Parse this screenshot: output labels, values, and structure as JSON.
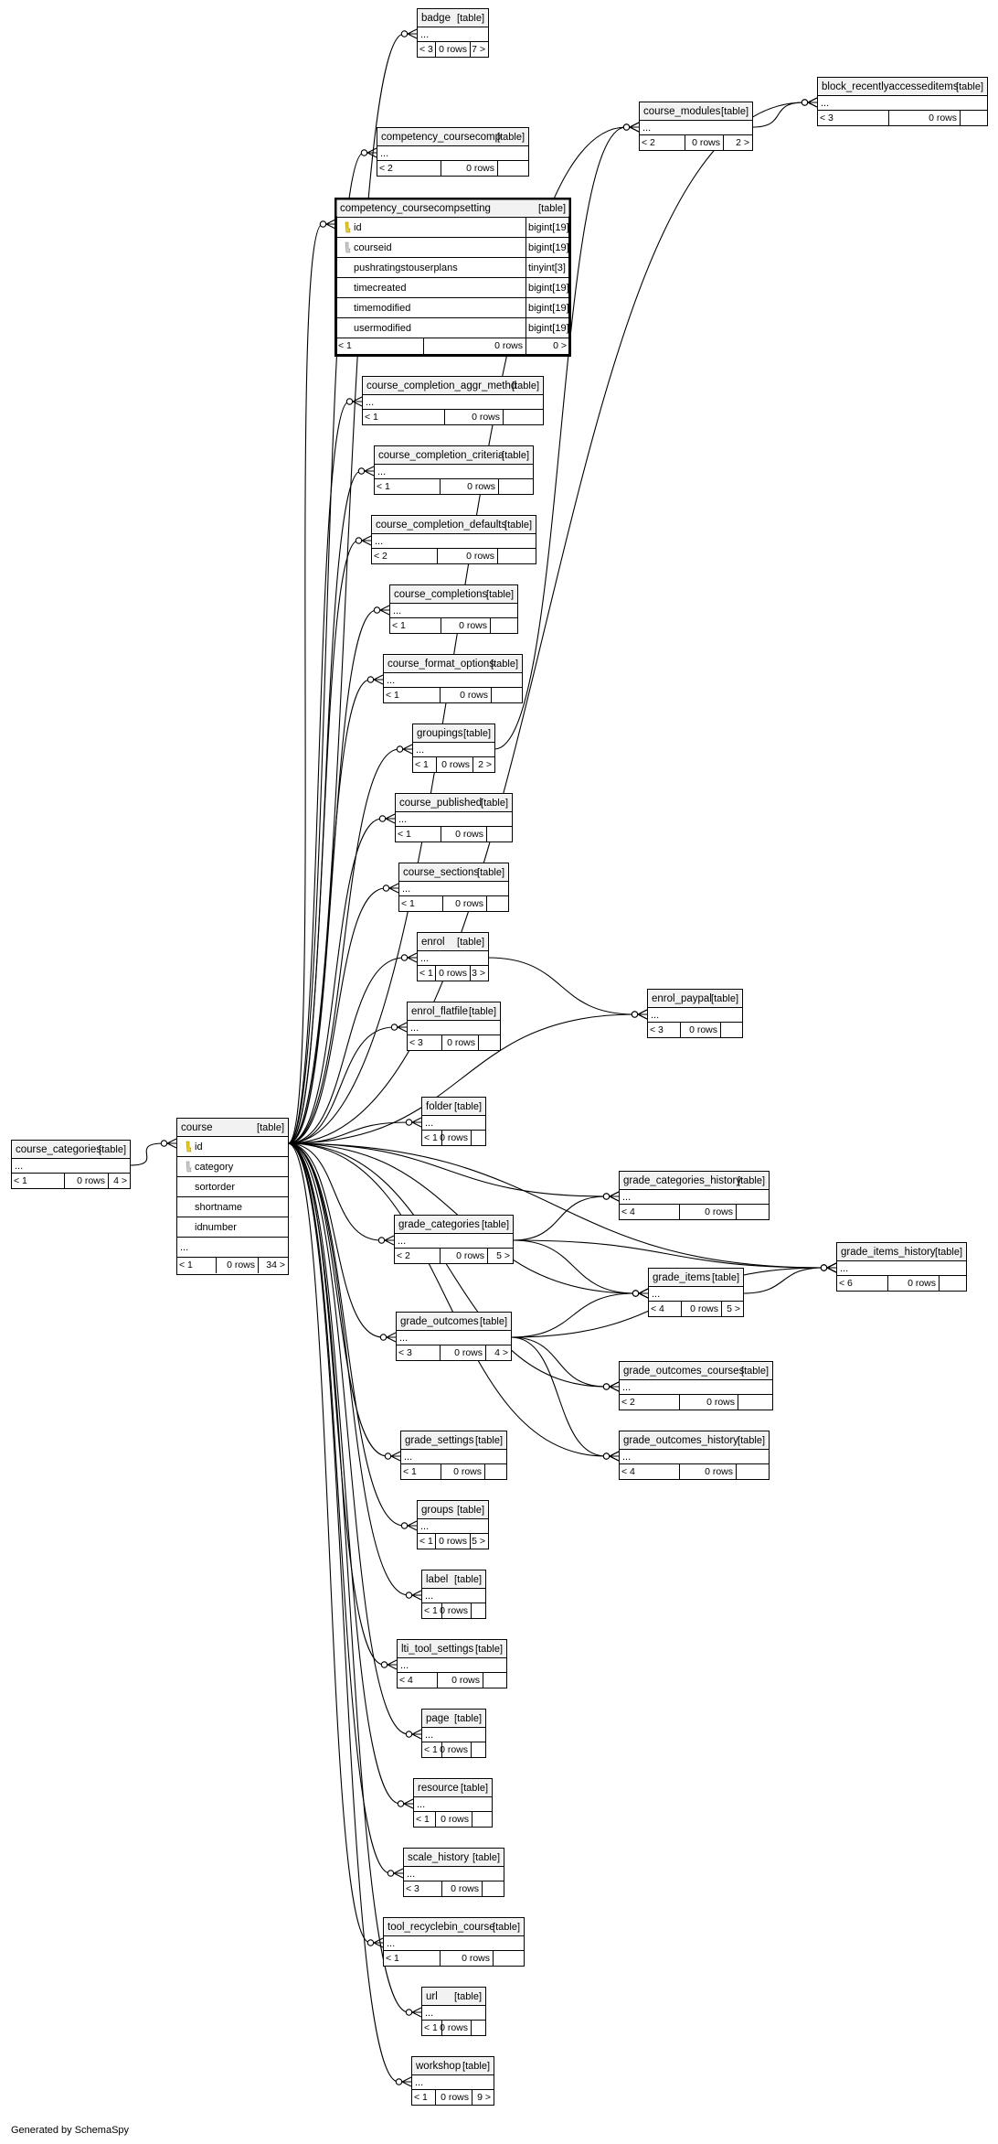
{
  "footer": "Generated by SchemaSpy",
  "tables": [
    {
      "name": "badge",
      "kind": "[table]",
      "row": "...",
      "foot": [
        "< 3",
        "0 rows",
        "7 >"
      ]
    },
    {
      "name": "block_recentlyaccesseditems",
      "kind": "[table]",
      "row": "...",
      "foot": [
        "< 3",
        "0 rows",
        ""
      ]
    },
    {
      "name": "course_modules",
      "kind": "[table]",
      "row": "...",
      "foot": [
        "< 2",
        "0 rows",
        "2 >"
      ]
    },
    {
      "name": "competency_coursecomp",
      "kind": "[table]",
      "row": "...",
      "foot": [
        "< 2",
        "0 rows",
        ""
      ]
    },
    {
      "name": "competency_coursecompsetting",
      "kind": "[table]",
      "focus": true,
      "columns": [
        {
          "name": "id",
          "type": "bigint[19]",
          "key": "pk"
        },
        {
          "name": "courseid",
          "type": "bigint[19]",
          "key": "fk"
        },
        {
          "name": "pushratingstouserplans",
          "type": "tinyint[3]",
          "key": ""
        },
        {
          "name": "timecreated",
          "type": "bigint[19]",
          "key": ""
        },
        {
          "name": "timemodified",
          "type": "bigint[19]",
          "key": ""
        },
        {
          "name": "usermodified",
          "type": "bigint[19]",
          "key": ""
        }
      ],
      "foot": [
        "< 1",
        "0 rows",
        "0 >"
      ]
    },
    {
      "name": "course_completion_aggr_methd",
      "kind": "[table]",
      "row": "...",
      "foot": [
        "< 1",
        "0 rows",
        ""
      ]
    },
    {
      "name": "course_completion_criteria",
      "kind": "[table]",
      "row": "...",
      "foot": [
        "< 1",
        "0 rows",
        ""
      ]
    },
    {
      "name": "course_completion_defaults",
      "kind": "[table]",
      "row": "...",
      "foot": [
        "< 2",
        "0 rows",
        ""
      ]
    },
    {
      "name": "course_completions",
      "kind": "[table]",
      "row": "...",
      "foot": [
        "< 1",
        "0 rows",
        ""
      ]
    },
    {
      "name": "course_format_options",
      "kind": "[table]",
      "row": "...",
      "foot": [
        "< 1",
        "0 rows",
        ""
      ]
    },
    {
      "name": "groupings",
      "kind": "[table]",
      "row": "...",
      "foot": [
        "< 1",
        "0 rows",
        "2 >"
      ]
    },
    {
      "name": "course_published",
      "kind": "[table]",
      "row": "...",
      "foot": [
        "< 1",
        "0 rows",
        ""
      ]
    },
    {
      "name": "course_sections",
      "kind": "[table]",
      "row": "...",
      "foot": [
        "< 1",
        "0 rows",
        ""
      ]
    },
    {
      "name": "enrol",
      "kind": "[table]",
      "row": "...",
      "foot": [
        "< 1",
        "0 rows",
        "3 >"
      ]
    },
    {
      "name": "enrol_paypal",
      "kind": "[table]",
      "row": "...",
      "foot": [
        "< 3",
        "0 rows",
        ""
      ]
    },
    {
      "name": "enrol_flatfile",
      "kind": "[table]",
      "row": "...",
      "foot": [
        "< 3",
        "0 rows",
        ""
      ]
    },
    {
      "name": "course_categories",
      "kind": "[table]",
      "row": "...",
      "foot": [
        "< 1",
        "0 rows",
        "4 >"
      ]
    },
    {
      "name": "course",
      "kind": "[table]",
      "columns": [
        {
          "name": "id",
          "type": "",
          "key": "pk"
        },
        {
          "name": "category",
          "type": "",
          "key": "fk"
        },
        {
          "name": "sortorder",
          "type": "",
          "key": ""
        },
        {
          "name": "shortname",
          "type": "",
          "key": ""
        },
        {
          "name": "idnumber",
          "type": "",
          "key": ""
        },
        {
          "name": "...",
          "type": "",
          "key": ""
        }
      ],
      "foot": [
        "< 1",
        "0 rows",
        "34 >"
      ]
    },
    {
      "name": "folder",
      "kind": "[table]",
      "row": "...",
      "foot": [
        "< 1",
        "0 rows",
        ""
      ]
    },
    {
      "name": "grade_categories_history",
      "kind": "[table]",
      "row": "...",
      "foot": [
        "< 4",
        "0 rows",
        ""
      ]
    },
    {
      "name": "grade_categories",
      "kind": "[table]",
      "row": "...",
      "foot": [
        "< 2",
        "0 rows",
        "5 >"
      ]
    },
    {
      "name": "grade_items_history",
      "kind": "[table]",
      "row": "...",
      "foot": [
        "< 6",
        "0 rows",
        ""
      ]
    },
    {
      "name": "grade_items",
      "kind": "[table]",
      "row": "...",
      "foot": [
        "< 4",
        "0 rows",
        "5 >"
      ]
    },
    {
      "name": "grade_outcomes",
      "kind": "[table]",
      "row": "...",
      "foot": [
        "< 3",
        "0 rows",
        "4 >"
      ]
    },
    {
      "name": "grade_outcomes_courses",
      "kind": "[table]",
      "row": "...",
      "foot": [
        "< 2",
        "0 rows",
        ""
      ]
    },
    {
      "name": "grade_outcomes_history",
      "kind": "[table]",
      "row": "...",
      "foot": [
        "< 4",
        "0 rows",
        ""
      ]
    },
    {
      "name": "grade_settings",
      "kind": "[table]",
      "row": "...",
      "foot": [
        "< 1",
        "0 rows",
        ""
      ]
    },
    {
      "name": "groups",
      "kind": "[table]",
      "row": "...",
      "foot": [
        "< 1",
        "0 rows",
        "5 >"
      ]
    },
    {
      "name": "label",
      "kind": "[table]",
      "row": "...",
      "foot": [
        "< 1",
        "0 rows",
        ""
      ]
    },
    {
      "name": "lti_tool_settings",
      "kind": "[table]",
      "row": "...",
      "foot": [
        "< 4",
        "0 rows",
        ""
      ]
    },
    {
      "name": "page",
      "kind": "[table]",
      "row": "...",
      "foot": [
        "< 1",
        "0 rows",
        ""
      ]
    },
    {
      "name": "resource",
      "kind": "[table]",
      "row": "...",
      "foot": [
        "< 1",
        "0 rows",
        ""
      ]
    },
    {
      "name": "scale_history",
      "kind": "[table]",
      "row": "...",
      "foot": [
        "< 3",
        "0 rows",
        ""
      ]
    },
    {
      "name": "tool_recyclebin_course",
      "kind": "[table]",
      "row": "...",
      "foot": [
        "< 1",
        "0 rows",
        ""
      ]
    },
    {
      "name": "url",
      "kind": "[table]",
      "row": "...",
      "foot": [
        "< 1",
        "0 rows",
        ""
      ]
    },
    {
      "name": "workshop",
      "kind": "[table]",
      "row": "...",
      "foot": [
        "< 1",
        "0 rows",
        "9 >"
      ]
    }
  ],
  "relationships": [
    {
      "from": "course",
      "to": "badge"
    },
    {
      "from": "course",
      "to": "block_recentlyaccesseditems"
    },
    {
      "from": "course",
      "to": "course_modules"
    },
    {
      "from": "course_modules",
      "to": "block_recentlyaccesseditems"
    },
    {
      "from": "course",
      "to": "competency_coursecomp"
    },
    {
      "from": "course",
      "to": "competency_coursecompsetting"
    },
    {
      "from": "course",
      "to": "course_completion_aggr_methd"
    },
    {
      "from": "course",
      "to": "course_completion_criteria"
    },
    {
      "from": "course",
      "to": "course_completion_defaults"
    },
    {
      "from": "course",
      "to": "course_completions"
    },
    {
      "from": "course",
      "to": "course_format_options"
    },
    {
      "from": "course",
      "to": "groupings"
    },
    {
      "from": "groupings",
      "to": "course_modules"
    },
    {
      "from": "course",
      "to": "course_published"
    },
    {
      "from": "course",
      "to": "course_sections"
    },
    {
      "from": "course",
      "to": "enrol"
    },
    {
      "from": "enrol",
      "to": "enrol_paypal"
    },
    {
      "from": "course",
      "to": "enrol_paypal"
    },
    {
      "from": "course",
      "to": "enrol_flatfile"
    },
    {
      "from": "course_categories",
      "to": "course"
    },
    {
      "from": "course",
      "to": "folder"
    },
    {
      "from": "course",
      "to": "grade_categories_history"
    },
    {
      "from": "grade_categories",
      "to": "grade_categories_history"
    },
    {
      "from": "course",
      "to": "grade_categories"
    },
    {
      "from": "grade_categories",
      "to": "grade_items"
    },
    {
      "from": "grade_categories",
      "to": "grade_items_history"
    },
    {
      "from": "course",
      "to": "grade_items_history"
    },
    {
      "from": "course",
      "to": "grade_items"
    },
    {
      "from": "grade_items",
      "to": "grade_items_history"
    },
    {
      "from": "course",
      "to": "grade_outcomes"
    },
    {
      "from": "grade_outcomes",
      "to": "grade_items"
    },
    {
      "from": "grade_outcomes",
      "to": "grade_items_history"
    },
    {
      "from": "grade_outcomes",
      "to": "grade_outcomes_courses"
    },
    {
      "from": "grade_outcomes",
      "to": "grade_outcomes_history"
    },
    {
      "from": "course",
      "to": "grade_outcomes_courses"
    },
    {
      "from": "course",
      "to": "grade_outcomes_history"
    },
    {
      "from": "course",
      "to": "grade_settings"
    },
    {
      "from": "course",
      "to": "groups"
    },
    {
      "from": "course",
      "to": "label"
    },
    {
      "from": "course",
      "to": "lti_tool_settings"
    },
    {
      "from": "course",
      "to": "page"
    },
    {
      "from": "course",
      "to": "resource"
    },
    {
      "from": "course",
      "to": "scale_history"
    },
    {
      "from": "course",
      "to": "tool_recyclebin_course"
    },
    {
      "from": "course",
      "to": "url"
    },
    {
      "from": "course",
      "to": "workshop"
    }
  ]
}
